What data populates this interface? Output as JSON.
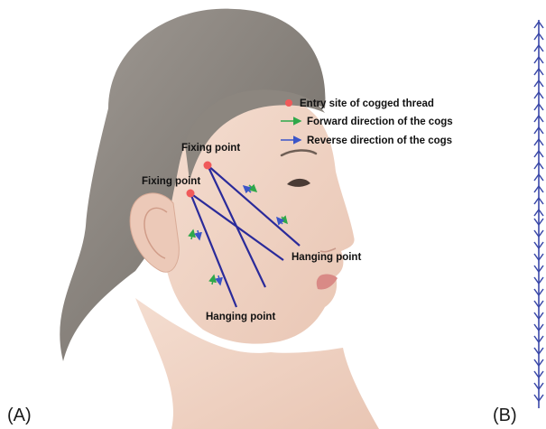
{
  "figure": {
    "panel_a_label": "(A)",
    "panel_b_label": "(B)"
  },
  "legend": {
    "entry_site": "Entry site of cogged thread",
    "forward": "Forward direction of the cogs",
    "reverse": "Reverse direction of the cogs"
  },
  "annotations": {
    "fixing_point_upper": "Fixing point",
    "fixing_point_lower": "Fixing point",
    "hanging_point_right": "Hanging point",
    "hanging_point_bottom": "Hanging point"
  },
  "colors": {
    "entry_dot": "#f05a5a",
    "forward_arrow": "#2ea84a",
    "reverse_arrow": "#3b55c8",
    "thread": "#2a2a9a",
    "cog_thread": "#3a48a8"
  }
}
